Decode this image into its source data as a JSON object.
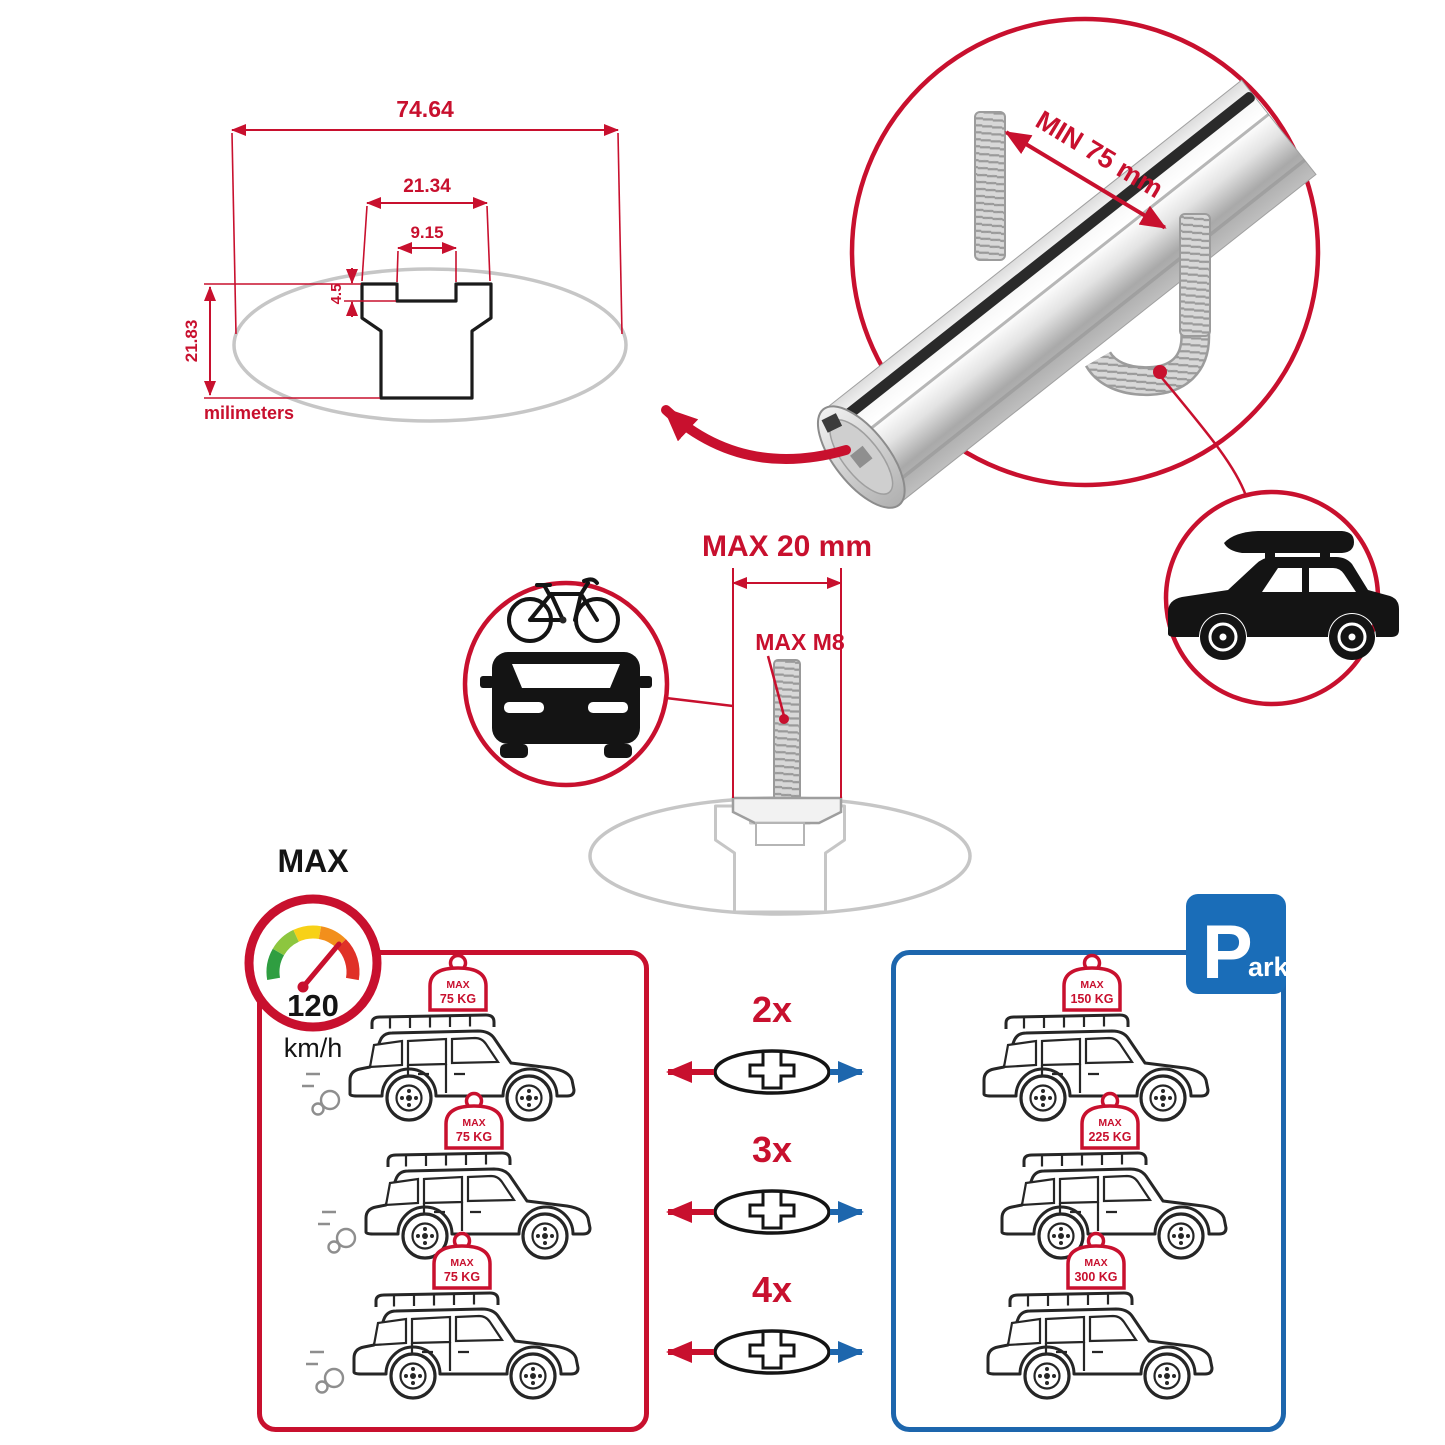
{
  "colors": {
    "accent_red": "#c8102e",
    "panel_blue": "#1d66ad",
    "sign_blue": "#1a6db8",
    "ghost_gray": "#c6c6c6"
  },
  "profile_diagram": {
    "dim_total_width": "74.64",
    "dim_channel_width": "21.34",
    "dim_slot_width": "9.15",
    "dim_lip_depth": "4.5",
    "dim_profile_height": "21.83",
    "units_label": "milimeters"
  },
  "bar_closeup": {
    "min_span_label": "MIN 75 mm"
  },
  "bolt_diagram": {
    "max_width_label": "MAX 20 mm",
    "max_thread_label": "MAX M8"
  },
  "speed_limit": {
    "title": "MAX",
    "value": "120",
    "units": "km/h"
  },
  "parking_sign": {
    "letter": "P",
    "suffix": "ark"
  },
  "quantity_options": [
    "2x",
    "3x",
    "4x"
  ],
  "driving_cars": [
    {
      "badge_title": "MAX",
      "badge_load": "75 KG"
    },
    {
      "badge_title": "MAX",
      "badge_load": "75 KG"
    },
    {
      "badge_title": "MAX",
      "badge_load": "75 KG"
    }
  ],
  "parked_cars": [
    {
      "badge_title": "MAX",
      "badge_load": "150 KG"
    },
    {
      "badge_title": "MAX",
      "badge_load": "225 KG"
    },
    {
      "badge_title": "MAX",
      "badge_load": "300 KG"
    }
  ]
}
